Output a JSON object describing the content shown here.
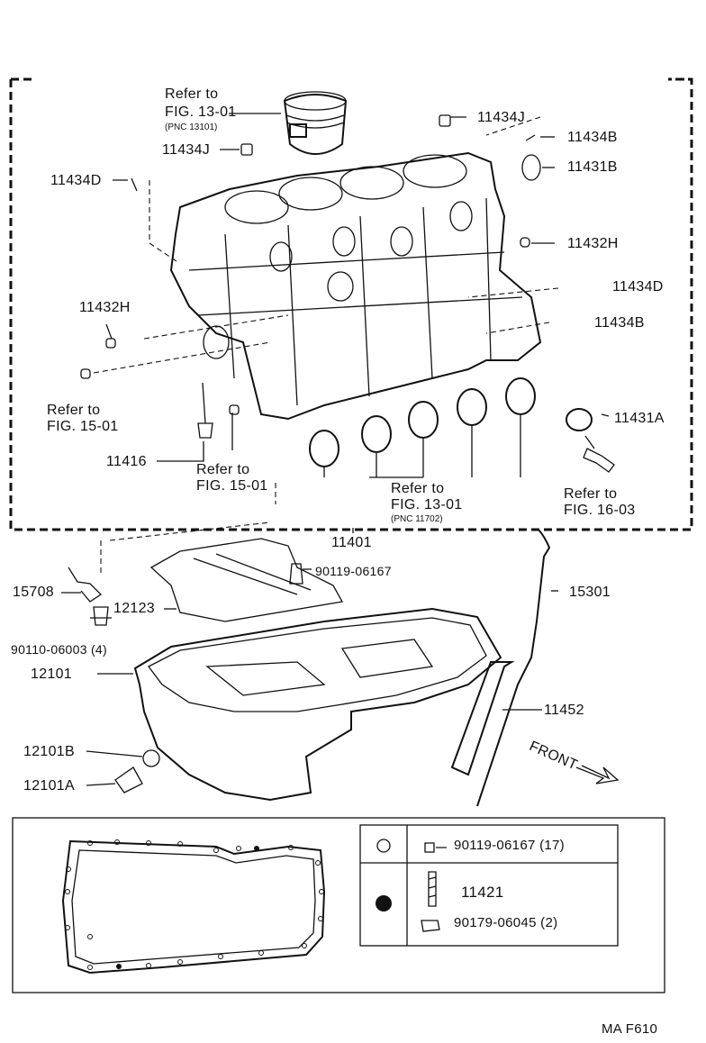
{
  "labels": {
    "refer_piston_line1": "Refer to",
    "refer_piston_line2": "FIG. 13-01",
    "refer_piston_pnc": "(PNC 13101)",
    "p11434J_top": "11434J",
    "p11434J_left": "11434J",
    "p11434B_top": "11434B",
    "p11431B": "11431B",
    "p11434D_left": "11434D",
    "p11432H_right": "11432H",
    "p11434D_right": "11434D",
    "p11432H_left": "11432H",
    "p11434B_right": "11434B",
    "refer_15_left_line1": "Refer to",
    "refer_15_left_line2": "FIG. 15-01",
    "p11431A": "11431A",
    "p11416": "11416",
    "refer_15_mid_line1": "Refer to",
    "refer_15_mid_line2": "FIG. 15-01",
    "refer_bearing_line1": "Refer to",
    "refer_bearing_line2": "FIG. 13-01",
    "refer_bearing_pnc": "(PNC 11702)",
    "refer_16_line1": "Refer to",
    "refer_16_line2": "FIG. 16-03",
    "p11401": "11401",
    "p15708": "15708",
    "p90119_top": "90119-06167",
    "p12123": "12123",
    "p15301": "15301",
    "p90110": "90110-06003 (4)",
    "p12101": "12101",
    "p11452": "11452",
    "p12101B": "12101B",
    "front": "FRONT",
    "p12101A": "12101A",
    "legend_90119": "90119-06167 (17)",
    "legend_11421": "11421",
    "legend_90179": "90179-06045 (2)",
    "code": "MA F610"
  }
}
